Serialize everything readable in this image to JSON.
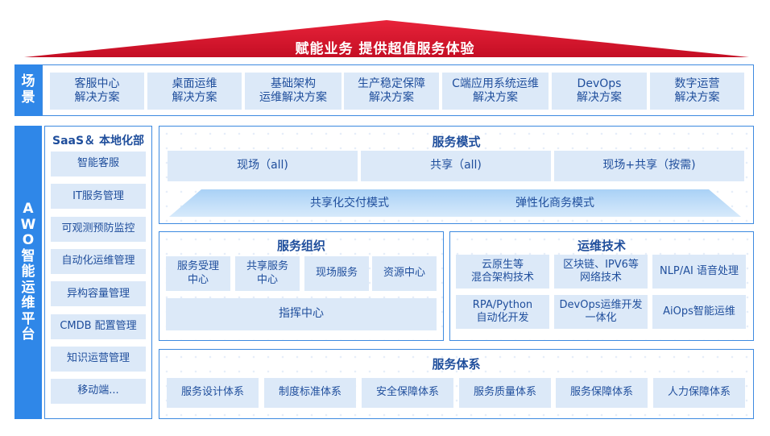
{
  "roof": {
    "title": "赋能业务  提供超值服务体验"
  },
  "scene": {
    "label": [
      "场",
      "景"
    ],
    "items": [
      [
        "客服中心",
        "解决方案"
      ],
      [
        "桌面运维",
        "解决方案"
      ],
      [
        "基础架构",
        "运维解决方案"
      ],
      [
        "生产稳定保障",
        "解决方案"
      ],
      [
        "C端应用系统运维",
        "解决方案"
      ],
      [
        "DevOps",
        "解决方案"
      ],
      [
        "数字运营",
        "解决方案"
      ]
    ]
  },
  "platform": {
    "label": [
      "A",
      "W",
      "O",
      "智",
      "能",
      "运",
      "维",
      "平",
      "台"
    ]
  },
  "saas": {
    "title": "SaaS＆ 本地化部",
    "items": [
      "智能客服",
      "IT服务管理",
      "可观测预防监控",
      "自动化运维管理",
      "异构容量管理",
      "CMDB 配置管理",
      "知识运营管理",
      "移动端..."
    ]
  },
  "service_mode": {
    "title": "服务模式",
    "items": [
      "现场（all)",
      "共享（all)",
      "现场+共享（按需)"
    ],
    "bar_left": "共享化交付模式",
    "bar_right": "弹性化商务模式"
  },
  "service_org": {
    "title": "服务组织",
    "items": [
      [
        "服务受理",
        "中心"
      ],
      [
        "共享服务",
        "中心"
      ],
      [
        "现场服务"
      ],
      [
        "资源中心"
      ]
    ],
    "wide": "指挥中心"
  },
  "ops_tech": {
    "title": "运维技术",
    "items": [
      [
        "云原生等",
        "混合架构技术"
      ],
      [
        "区块链、IPV6等",
        "网络技术"
      ],
      [
        "NLP/AI 语音处理"
      ],
      [
        "RPA/Python",
        "自动化开发"
      ],
      [
        "DevOps运维开发",
        "一体化"
      ],
      [
        "AiOps智能运维"
      ]
    ]
  },
  "service_system": {
    "title": "服务体系",
    "items": [
      "服务设计体系",
      "制度标准体系",
      "安全保障体系",
      "服务质量体系",
      "服务保障体系",
      "人力保障体系"
    ]
  },
  "colors": {
    "primary": "#2f87e8",
    "cell": "#dce9f8",
    "text": "#1f4e9c",
    "roof": "#d0132b"
  }
}
